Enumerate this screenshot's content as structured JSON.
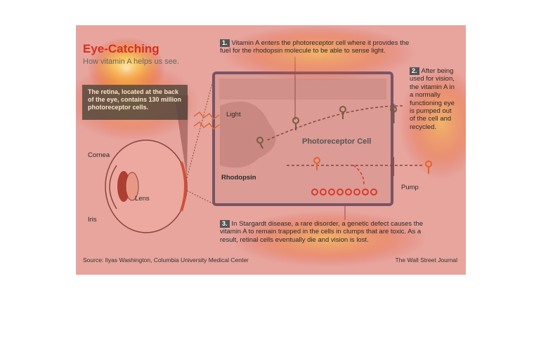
{
  "title": "Eye-Catching",
  "subtitle": "How vitamin A helps us see.",
  "callout": "The retina, located at the back of the eye, contains 130 million photoreceptor cells.",
  "steps": [
    {
      "num": "1.",
      "text": "Vitamin A enters the photoreceptor cell where it provides the fuel for the rhodopsin molecule to be able to sense light."
    },
    {
      "num": "2.",
      "text": "After being used for vision, the vitamin A in a normally functioning eye is pumped out of the cell and recycled."
    },
    {
      "num": "3.",
      "text": "In Stargardt disease, a rare disorder, a genetic defect causes the vitamin A to remain trapped in the cells in clumps that are toxic. As a result, retinal cells eventually die and vision is lost."
    }
  ],
  "labels": {
    "light": "Light",
    "photoreceptor_cell": "Photoreceptor Cell",
    "rhodopsin": "Rhodopsin",
    "cornea": "Cornea",
    "lens": "Lens",
    "iris": "Iris",
    "pump": "Pump"
  },
  "source": "Source: Ilyas Washington, Columbia University Medical Center",
  "credit": "The Wall Street Journal",
  "colors": {
    "accent_red": "#d62f1f",
    "molecule_green": "#2f6b45",
    "molecule_orange": "#e07a2a",
    "cell_border": "#2f5f86"
  }
}
